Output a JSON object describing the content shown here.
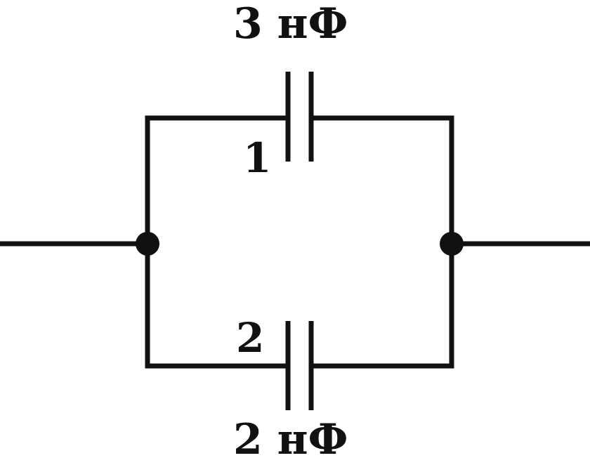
{
  "capacitors": [
    {
      "index": "1",
      "value": "3 нФ"
    },
    {
      "index": "2",
      "value": "2 нФ"
    }
  ],
  "colors": {
    "background": "#ffffff",
    "ink": "#111111"
  }
}
